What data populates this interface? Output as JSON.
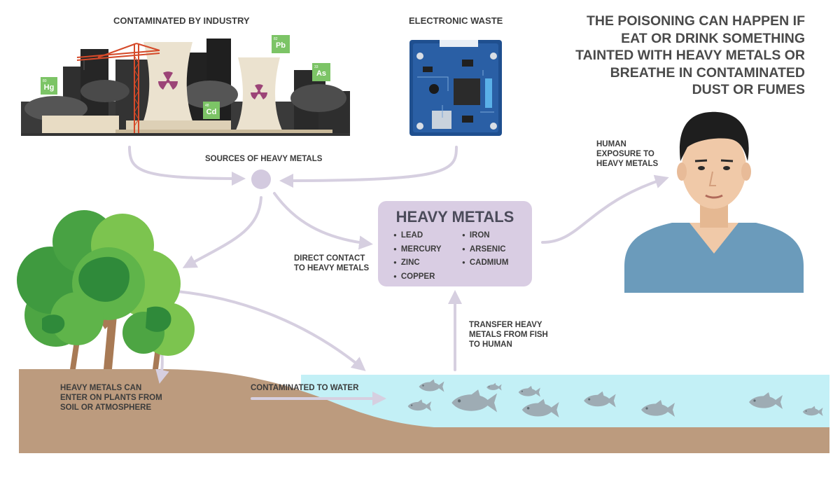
{
  "captions": {
    "industry": "CONTAMINATED BY INDUSTRY",
    "ewaste": "ELECTRONIC WASTE",
    "sources": "SOURCES OF HEAVY METALS",
    "direct_contact": [
      "DIRECT CONTACT",
      "TO HEAVY METALS"
    ],
    "human_exposure": [
      "HUMAN",
      "EXPOSURE TO",
      "HEAVY METALS"
    ],
    "transfer": [
      "TRANSFER HEAVY",
      "METALS FROM FISH",
      "TO HUMAN"
    ],
    "plants": [
      "HEAVY METALS CAN",
      "ENTER ON PLANTS FROM",
      "SOIL OR ATMOSPHERE"
    ],
    "water": "CONTAMINATED TO WATER"
  },
  "headline": [
    "THE POISONING CAN HAPPEN IF",
    "EAT OR DRINK SOMETHING",
    "TAINTED WITH HEAVY METALS OR",
    "BREATHE IN CONTAMINATED",
    "DUST OR FUMES"
  ],
  "heavy_metals": {
    "title": "HEAVY METALS",
    "column_left": [
      "LEAD",
      "MERCURY",
      "ZINC",
      "COPPER"
    ],
    "column_right": [
      "IRON",
      "ARSENIC",
      "CADMIUM"
    ]
  },
  "element_tiles": [
    {
      "symbol": "Hg",
      "number": "80"
    },
    {
      "symbol": "Pb",
      "number": "82"
    },
    {
      "symbol": "As",
      "number": "33"
    },
    {
      "symbol": "Cd",
      "number": "48"
    }
  ],
  "colors": {
    "arrow": "#d6cfe0",
    "hub": "#d3cadf",
    "box": "#d9cde3",
    "soil": "#bc9b7e",
    "water": "#c3f0f6",
    "fish": "#9eacb4",
    "tree_dark": "#3f9a3f",
    "tree_light": "#7cc44f",
    "shirt": "#6b9bbb",
    "skin": "#f0c9a8",
    "element_tile": "#7cc466"
  }
}
